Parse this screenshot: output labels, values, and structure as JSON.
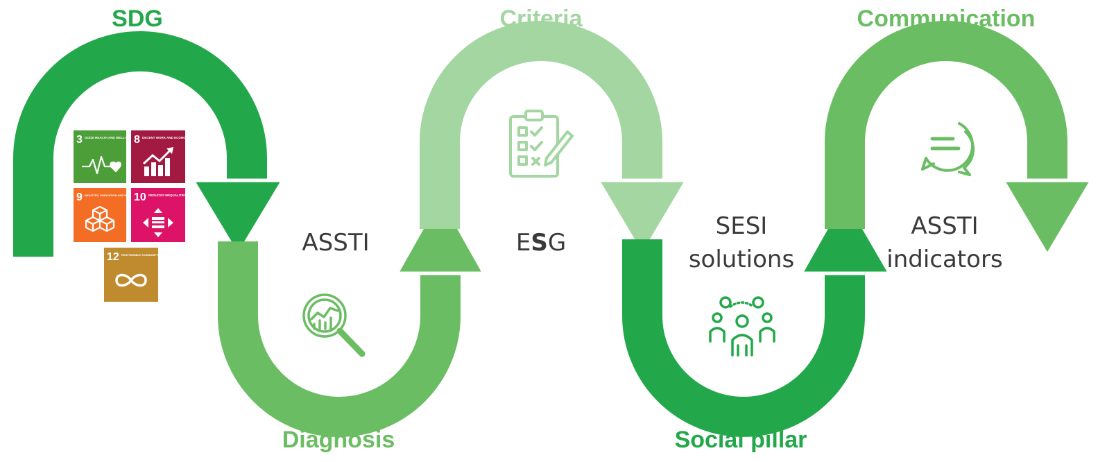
{
  "colors": {
    "dark_green": "#22a84a",
    "mid_green": "#6bbd63",
    "light_green": "#a3d6a0",
    "label_gray": "#3a3a3a",
    "sdg3": "#4c9f38",
    "sdg8": "#a21942",
    "sdg9": "#f36d25",
    "sdg10": "#dd1367",
    "sdg12": "#bf8b2e"
  },
  "steps": {
    "sdg": {
      "heading": "SDG"
    },
    "diagnosis": {
      "heading": "Diagnosis",
      "center_label": "ASSTI",
      "icon": "magnifier-chart-icon"
    },
    "criteria": {
      "heading": "Criteria",
      "label_prefix": "E",
      "label_bold": "S",
      "label_suffix": "G",
      "icon": "checklist-icon"
    },
    "social_pillar": {
      "heading": "Social pillar",
      "center_label_line1": "SESI",
      "center_label_line2": "solutions",
      "icon": "people-group-icon"
    },
    "communication": {
      "heading": "Communication",
      "center_label_line1": "ASSTI",
      "center_label_line2": "indicators",
      "icon": "chat-bubbles-icon"
    }
  },
  "sdg_tiles": [
    {
      "number": "3",
      "title": "GOOD HEALTH AND WELL-BEING",
      "icon": "heartbeat-icon"
    },
    {
      "number": "8",
      "title": "DECENT WORK AND ECONOMIC GROWTH",
      "icon": "growth-chart-icon"
    },
    {
      "number": "9",
      "title": "INDUSTRY, INNOVATION AND INFRASTRUCTURE",
      "icon": "cubes-icon"
    },
    {
      "number": "10",
      "title": "REDUCED INEQUALITIES",
      "icon": "equality-arrows-icon"
    },
    {
      "number": "12",
      "title": "RESPONSIBLE CONSUMPTION AND PRODUCTION",
      "icon": "infinity-icon"
    }
  ]
}
